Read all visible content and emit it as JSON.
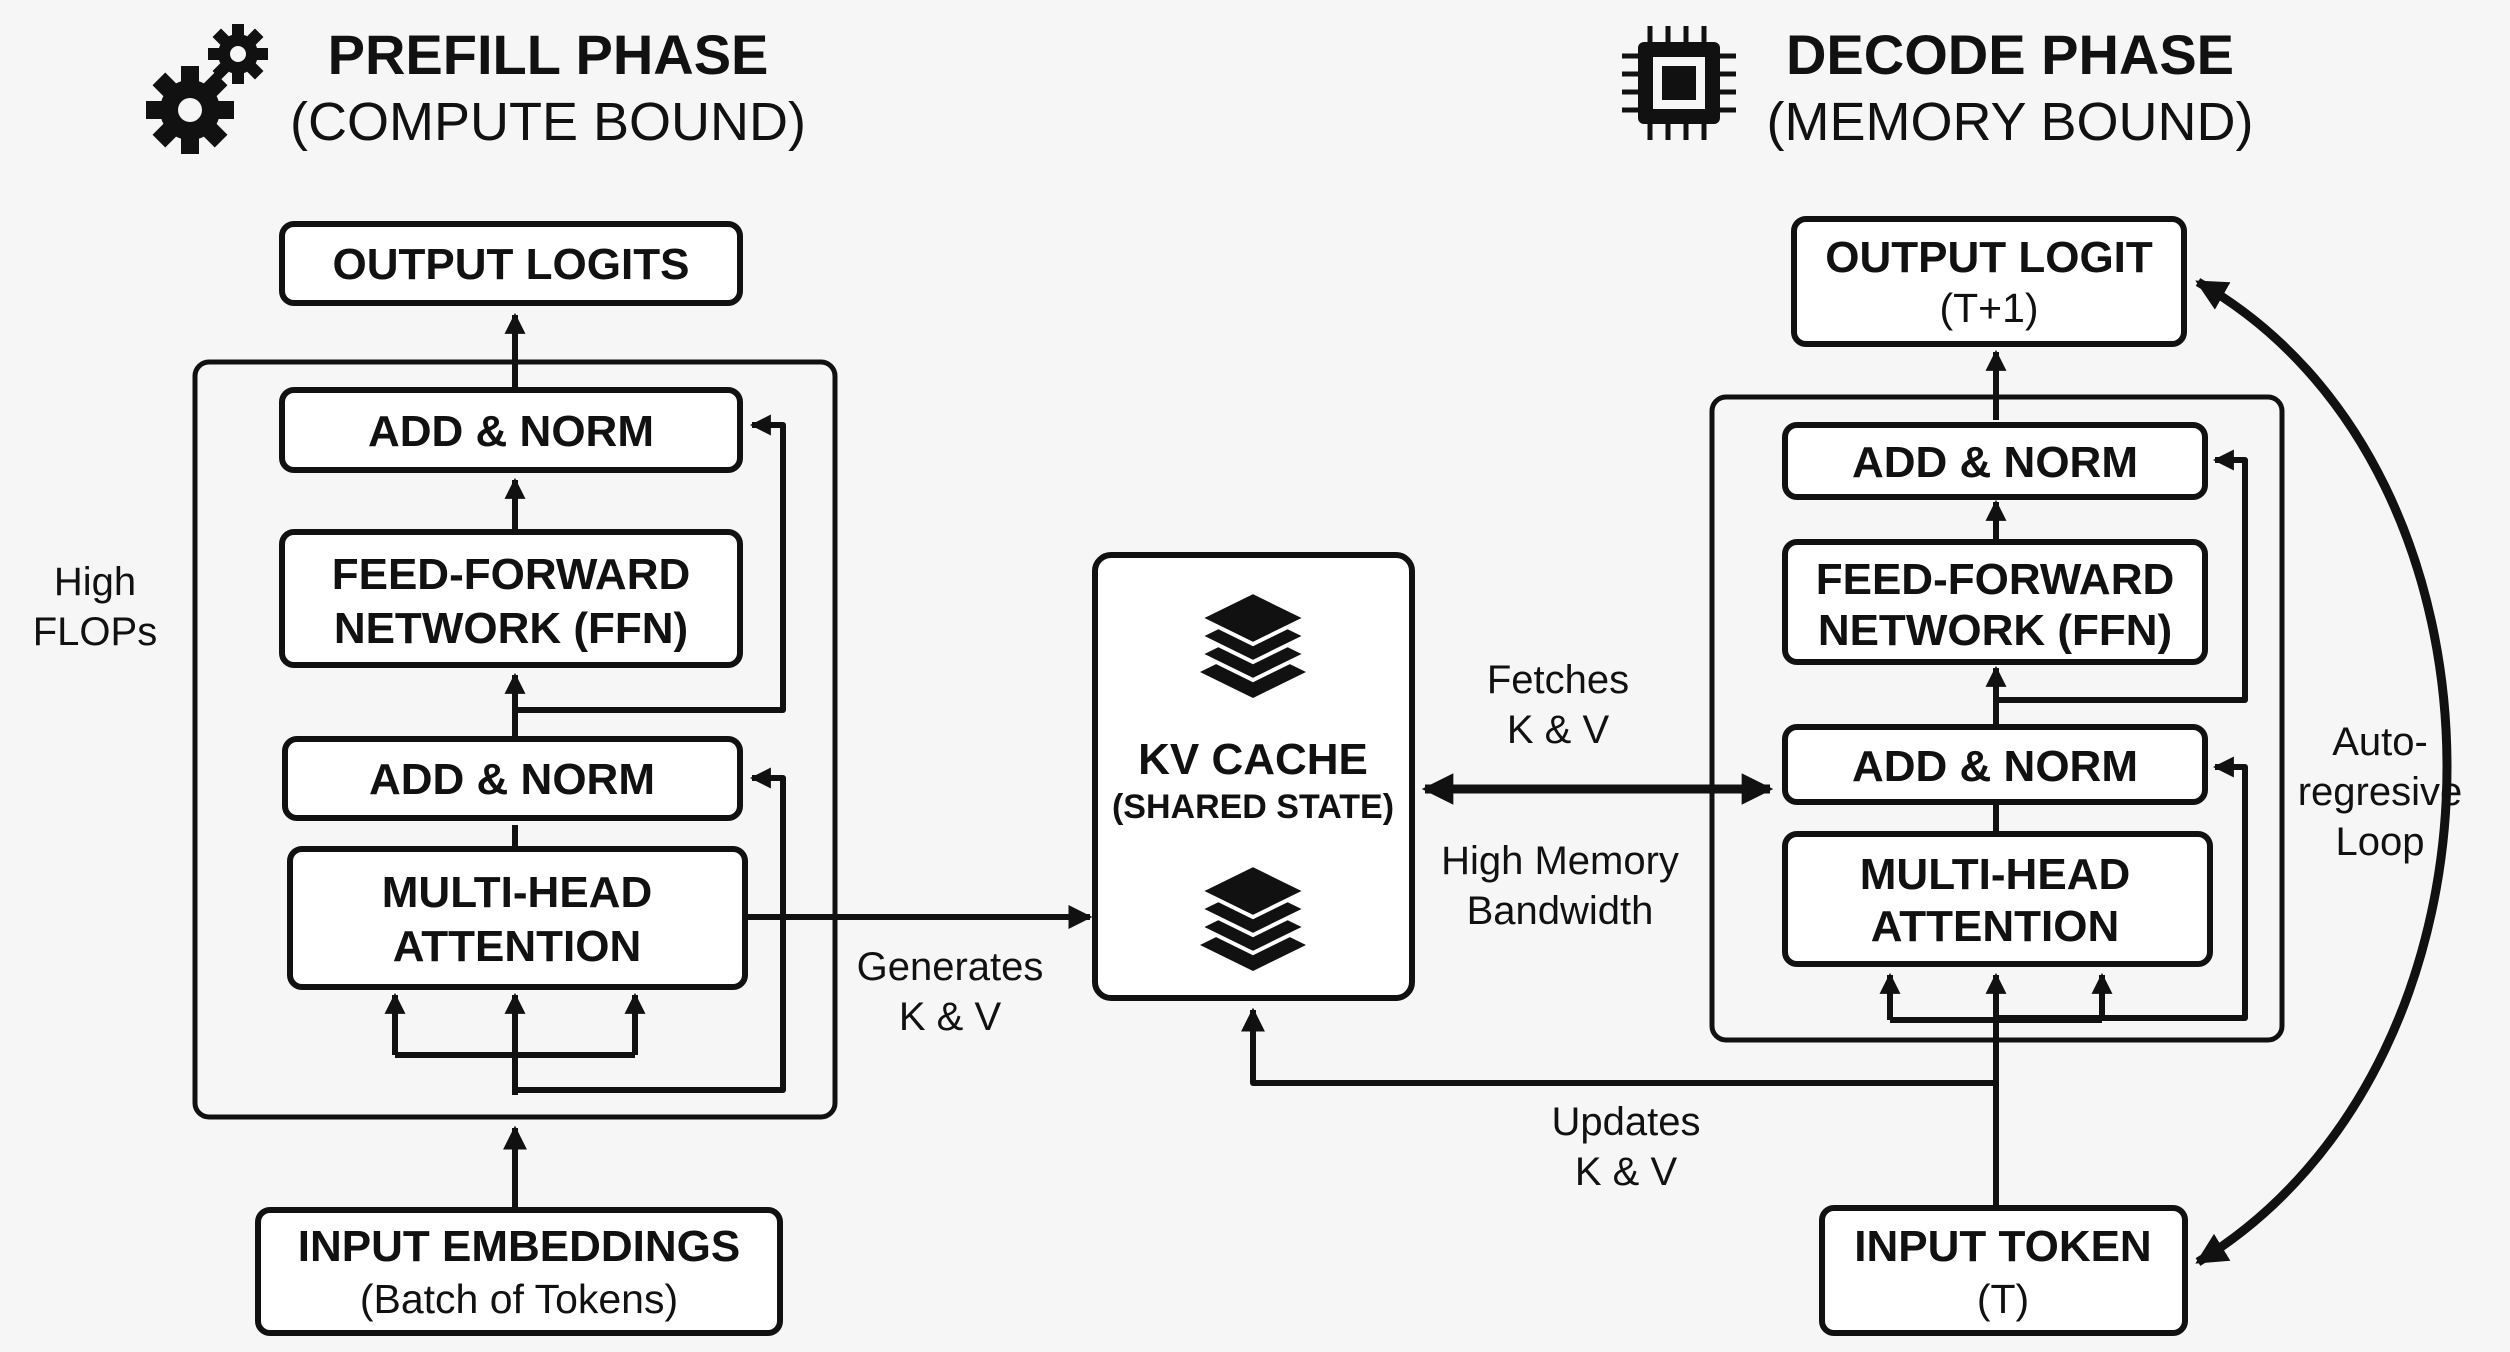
{
  "prefill": {
    "title": "PREFILL PHASE",
    "subtitle": "(COMPUTE BOUND)",
    "output": "OUTPUT LOGITS",
    "add_norm_top": "ADD & NORM",
    "ffn_line1": "FEED-FORWARD",
    "ffn_line2": "NETWORK (FFN)",
    "add_norm_bottom": "ADD & NORM",
    "mha_line1": "MULTI-HEAD",
    "mha_line2": "ATTENTION",
    "input_line1": "INPUT EMBEDDINGS",
    "input_line2": "(Batch of Tokens)",
    "side_note_line1": "High",
    "side_note_line2": "FLOPs"
  },
  "decode": {
    "title": "DECODE PHASE",
    "subtitle": "(MEMORY BOUND)",
    "output_line1": "OUTPUT LOGIT",
    "output_line2": "(T+1)",
    "add_norm_top": "ADD & NORM",
    "ffn_line1": "FEED-FORWARD",
    "ffn_line2": "NETWORK (FFN)",
    "add_norm_bottom": "ADD & NORM",
    "mha_line1": "MULTI-HEAD",
    "mha_line2": "ATTENTION",
    "input_line1": "INPUT TOKEN",
    "input_line2": "(T)",
    "loop_line1": "Auto-",
    "loop_line2": "regresive",
    "loop_line3": "Loop"
  },
  "kv_cache": {
    "title": "KV CACHE",
    "subtitle": "(SHARED STATE)"
  },
  "flows": {
    "generates_line1": "Generates",
    "generates_line2": "K & V",
    "fetches_line1": "Fetches",
    "fetches_line2": "K & V",
    "bandwidth_line1": "High Memory",
    "bandwidth_line2": "Bandwidth",
    "updates_line1": "Updates",
    "updates_line2": "K & V"
  },
  "icons": {
    "prefill": "gears-icon",
    "decode": "cpu-chip-icon",
    "kv_cache": "stacked-layers-icon"
  }
}
